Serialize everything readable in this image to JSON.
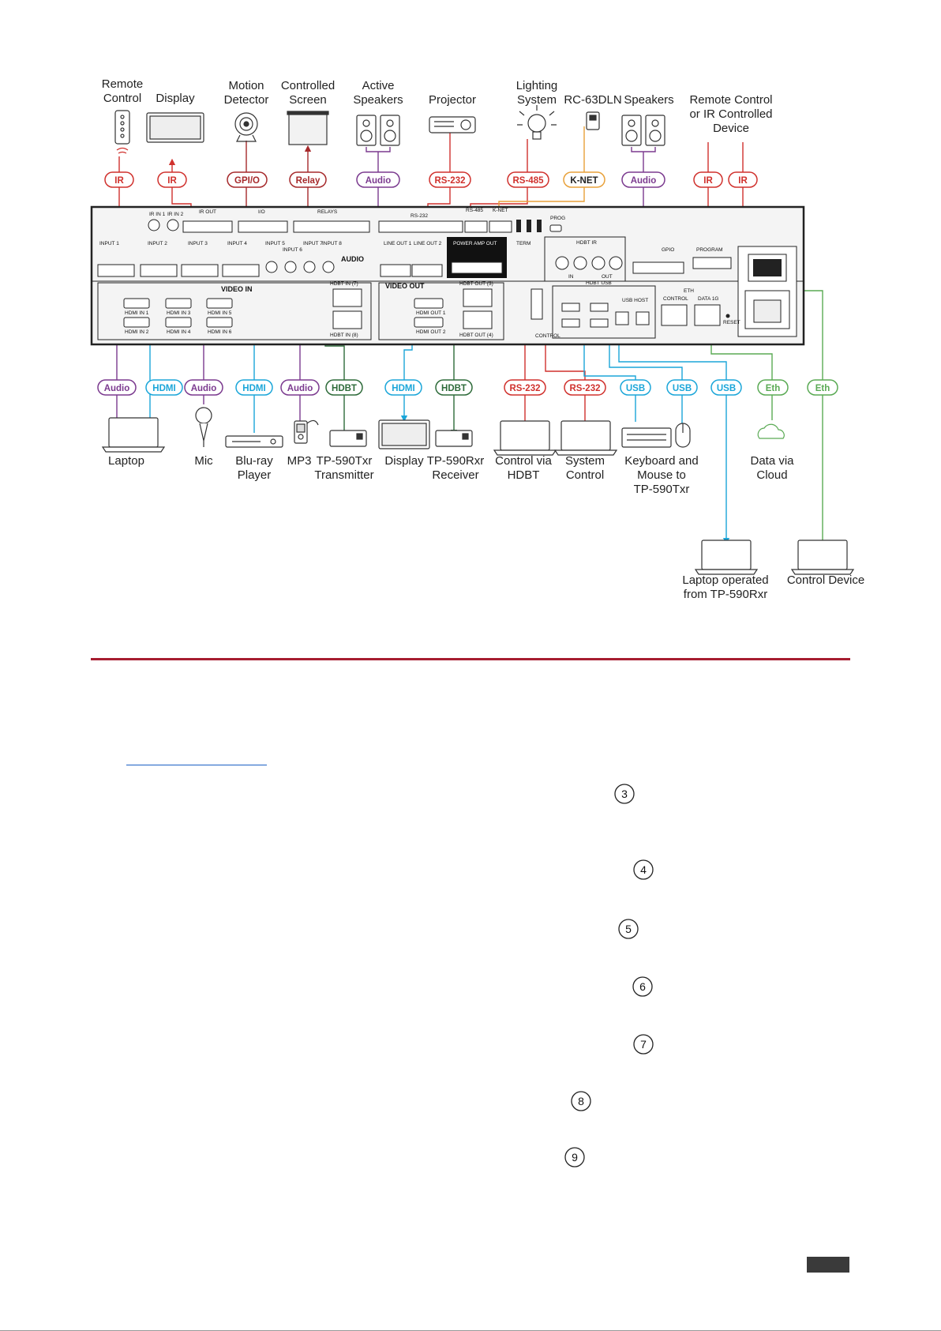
{
  "colors": {
    "ir": "#d0312d",
    "gpio": "#a6292b",
    "relay": "#a6292b",
    "audio": "#7b3a8f",
    "rs232": "#d0312d",
    "rs485": "#d0312d",
    "knet": "#e8a13a",
    "hdmi": "#1ba6d9",
    "hdbt": "#2e6b3a",
    "usb": "#1ba6d9",
    "eth": "#5aaa54",
    "rule": "#a61d30",
    "link": "#1a5fc4"
  },
  "top_devices": [
    {
      "name": "top-device-remote-control",
      "lines": [
        "Remote",
        "Control"
      ],
      "icon": "remote-icon"
    },
    {
      "name": "top-device-display",
      "lines": [
        "Display"
      ],
      "icon": "display-icon"
    },
    {
      "name": "top-device-motion-detector",
      "lines": [
        "Motion",
        "Detector"
      ],
      "icon": "camera-icon"
    },
    {
      "name": "top-device-controlled-screen",
      "lines": [
        "Controlled",
        "Screen"
      ],
      "icon": "screen-icon"
    },
    {
      "name": "top-device-active-speakers",
      "lines": [
        "Active",
        "Speakers"
      ],
      "icon": "speakers-icon"
    },
    {
      "name": "top-device-projector",
      "lines": [
        "Projector"
      ],
      "icon": "projector-icon"
    },
    {
      "name": "top-device-lighting-system",
      "lines": [
        "Lighting",
        "System"
      ],
      "icon": "bulb-icon"
    },
    {
      "name": "top-device-rc-63dln",
      "lines": [
        "RC-63DLN"
      ],
      "icon": "keypad-icon"
    },
    {
      "name": "top-device-speakers",
      "lines": [
        "Speakers"
      ],
      "icon": "speakers-icon"
    },
    {
      "name": "top-device-remote-ir-device",
      "lines": [
        "Remote Control",
        "or IR Controlled",
        "Device"
      ],
      "icon": "none"
    }
  ],
  "top_pills": [
    {
      "name": "pill-ir-1",
      "text": "IR",
      "kind": "ir"
    },
    {
      "name": "pill-ir-2",
      "text": "IR",
      "kind": "ir"
    },
    {
      "name": "pill-gpio",
      "text": "GPI/O",
      "kind": "gpio"
    },
    {
      "name": "pill-relay",
      "text": "Relay",
      "kind": "relay"
    },
    {
      "name": "pill-audio-top-1",
      "text": "Audio",
      "kind": "audio"
    },
    {
      "name": "pill-rs232-top",
      "text": "RS-232",
      "kind": "rs232"
    },
    {
      "name": "pill-rs485",
      "text": "RS-485",
      "kind": "rs485"
    },
    {
      "name": "pill-knet",
      "text": "K-NET",
      "kind": "knet"
    },
    {
      "name": "pill-audio-top-2",
      "text": "Audio",
      "kind": "audio"
    },
    {
      "name": "pill-ir-3",
      "text": "IR",
      "kind": "ir"
    },
    {
      "name": "pill-ir-4",
      "text": "IR",
      "kind": "ir"
    }
  ],
  "bottom_pills": [
    {
      "name": "pill-audio-laptop",
      "text": "Audio",
      "kind": "audio"
    },
    {
      "name": "pill-hdmi-laptop",
      "text": "HDMI",
      "kind": "hdmi"
    },
    {
      "name": "pill-audio-mic",
      "text": "Audio",
      "kind": "audio"
    },
    {
      "name": "pill-hdmi-bluray",
      "text": "HDMI",
      "kind": "hdmi"
    },
    {
      "name": "pill-audio-mp3",
      "text": "Audio",
      "kind": "audio"
    },
    {
      "name": "pill-hdbt-tx",
      "text": "HDBT",
      "kind": "hdbt"
    },
    {
      "name": "pill-hdmi-display",
      "text": "HDMI",
      "kind": "hdmi"
    },
    {
      "name": "pill-hdbt-rx",
      "text": "HDBT",
      "kind": "hdbt"
    },
    {
      "name": "pill-rs232-hdbt",
      "text": "RS-232",
      "kind": "rs232"
    },
    {
      "name": "pill-rs232-system",
      "text": "RS-232",
      "kind": "rs232"
    },
    {
      "name": "pill-usb-1",
      "text": "USB",
      "kind": "usb"
    },
    {
      "name": "pill-usb-2",
      "text": "USB",
      "kind": "usb"
    },
    {
      "name": "pill-usb-3",
      "text": "USB",
      "kind": "usb"
    },
    {
      "name": "pill-eth-1",
      "text": "Eth",
      "kind": "eth"
    },
    {
      "name": "pill-eth-2",
      "text": "Eth",
      "kind": "eth"
    }
  ],
  "bottom_devices": [
    {
      "name": "bottom-device-laptop",
      "lines": [
        "Laptop"
      ]
    },
    {
      "name": "bottom-device-mic",
      "lines": [
        "Mic"
      ]
    },
    {
      "name": "bottom-device-bluray",
      "lines": [
        "Blu-ray",
        "Player"
      ]
    },
    {
      "name": "bottom-device-mp3",
      "lines": [
        "MP3"
      ]
    },
    {
      "name": "bottom-device-tp590txr",
      "lines": [
        "TP-590Txr",
        "Transmitter"
      ]
    },
    {
      "name": "bottom-device-display",
      "lines": [
        "Display"
      ]
    },
    {
      "name": "bottom-device-tp590rxr",
      "lines": [
        "TP-590Rxr",
        "Receiver"
      ]
    },
    {
      "name": "bottom-device-control-hdbt",
      "lines": [
        "Control via",
        "HDBT"
      ]
    },
    {
      "name": "bottom-device-system-control",
      "lines": [
        "System",
        "Control"
      ]
    },
    {
      "name": "bottom-device-keyboard-mouse",
      "lines": [
        "Keyboard and",
        "Mouse to",
        "TP-590Txr"
      ]
    },
    {
      "name": "bottom-device-data-cloud",
      "lines": [
        "Data via",
        "Cloud"
      ]
    },
    {
      "name": "bottom-device-laptop-rxr",
      "lines": [
        "Laptop operated",
        "from TP-590Rxr"
      ]
    },
    {
      "name": "bottom-device-control-device",
      "lines": [
        "Control Device"
      ]
    }
  ],
  "panel": {
    "ir_in_1": "IR IN 1",
    "ir_in_2": "IR IN 2",
    "ir_out": "IR OUT",
    "io": "I/O",
    "relays": "RELAYS",
    "rs232": "RS-232",
    "rs485": "RS-485",
    "knet": "K-NET",
    "term": "TERM",
    "prog": "PROG",
    "audio": "AUDIO",
    "line_out_1": "LINE OUT 1",
    "line_out_2": "LINE OUT 2",
    "power_amp_out": "POWER AMP OUT",
    "hdbt_ir": "HDBT IR",
    "ir_in": "IN",
    "ir_out_lbl": "OUT",
    "gpio": "GPIO",
    "program": "PROGRAM",
    "video_in": "VIDEO IN",
    "video_out": "VIDEO OUT",
    "hdmi_in_1": "HDMI IN 1",
    "hdmi_in_2": "HDMI IN 2",
    "hdmi_in_3": "HDMI IN 3",
    "hdmi_in_4": "HDMI IN 4",
    "hdmi_in_5": "HDMI IN 5",
    "hdmi_in_6": "HDMI IN 6",
    "hdbt_in_7": "HDBT IN (7)",
    "hdbt_in_8": "HDBT IN (8)",
    "hdmi_out_1": "HDMI OUT 1",
    "hdmi_out_2": "HDMI OUT 2",
    "hdbt_out_3": "HDBT OUT (3)",
    "hdbt_out_4": "HDBT OUT (4)",
    "hdbt_usb": "HDBT USB",
    "usb_host": "USB HOST",
    "control": "CONTROL",
    "eth": "ETH",
    "control_port": "CONTROL",
    "data_1g": "DATA 1G",
    "reset": "RESET",
    "input_1": "INPUT 1",
    "input_2": "INPUT 2",
    "input_3": "INPUT 3",
    "input_4": "INPUT 4",
    "input_5": "INPUT 5",
    "input_6": "INPUT 6",
    "input_7": "INPUT 7",
    "input_8": "INPUT 8"
  },
  "steps": [
    "3",
    "4",
    "5",
    "6",
    "7",
    "8",
    "9"
  ]
}
